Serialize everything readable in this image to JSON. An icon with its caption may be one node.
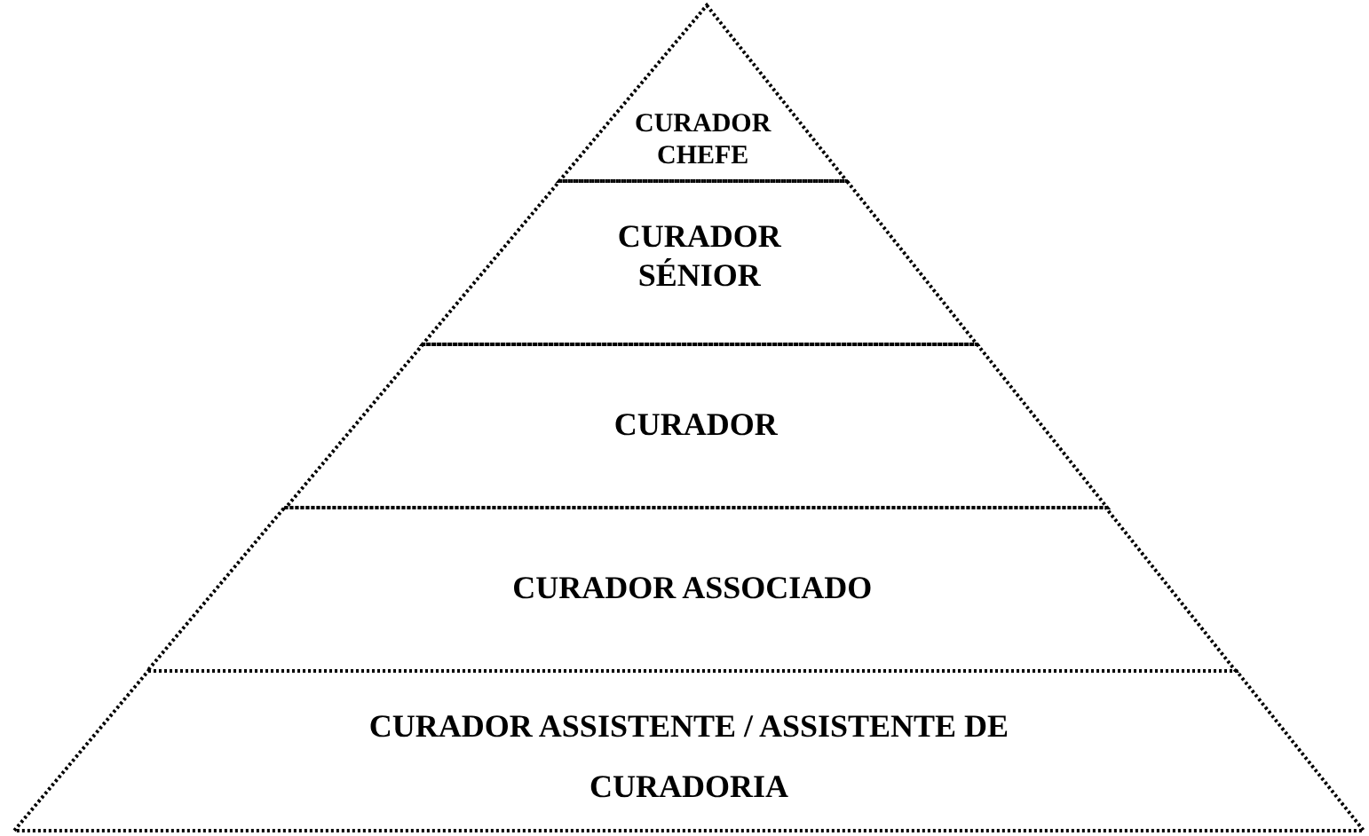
{
  "diagram": {
    "nodes": [
      {
        "text": [
          "CURADOR CHEFE"
        ]
      },
      {
        "text": [
          "CURADOR SÉNIOR"
        ]
      },
      {
        "text": [
          "CURADOR"
        ]
      },
      {
        "text": [
          "CURADOR ASSOCIADO"
        ]
      },
      {
        "text": [
          "CURADOR ASSISTENTE / ASSISTENTE DE CURADORIA"
        ]
      }
    ]
  }
}
